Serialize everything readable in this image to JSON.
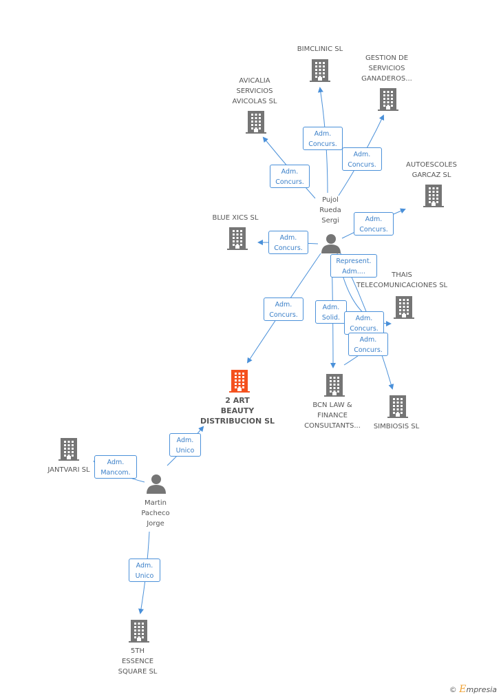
{
  "nodes": {
    "bimclinic": {
      "lines": [
        "BIMCLINIC  SL"
      ]
    },
    "gestion": {
      "lines": [
        "GESTION DE",
        "SERVICIOS",
        "GANADEROS..."
      ]
    },
    "avicalia": {
      "lines": [
        "AVICALIA",
        "SERVICIOS",
        "AVICOLAS SL"
      ]
    },
    "autoescoles": {
      "lines": [
        "AUTOESCOLES",
        "GARCAZ SL"
      ]
    },
    "pujol": {
      "lines": [
        "Pujol",
        "Rueda",
        "Sergi"
      ]
    },
    "bluexics": {
      "lines": [
        "BLUE XICS SL"
      ]
    },
    "thais": {
      "lines": [
        "THAIS",
        "TELECOMUNICACIONES SL"
      ]
    },
    "artbeauty": {
      "lines": [
        "2 ART",
        "BEAUTY",
        "DISTRIBUCION SL"
      ]
    },
    "bcnlaw": {
      "lines": [
        "BCN LAW &",
        "FINANCE",
        "CONSULTANTS..."
      ]
    },
    "simbiosis": {
      "lines": [
        "SIMBIOSIS SL"
      ]
    },
    "jantvari": {
      "lines": [
        "JANTVARI  SL"
      ]
    },
    "martin": {
      "lines": [
        "Martin",
        "Pacheco",
        "Jorge"
      ]
    },
    "essence": {
      "lines": [
        "5TH",
        "ESSENCE",
        "SQUARE SL"
      ]
    }
  },
  "edges": {
    "e_bimclinic": {
      "lines": [
        "Adm.",
        "Concurs."
      ]
    },
    "e_gestion": {
      "lines": [
        "Adm.",
        "Concurs."
      ]
    },
    "e_avicalia": {
      "lines": [
        "Adm.",
        "Concurs."
      ]
    },
    "e_autoescoles": {
      "lines": [
        "Adm.",
        "Concurs."
      ]
    },
    "e_bluexics": {
      "lines": [
        "Adm.",
        "Concurs."
      ]
    },
    "e_represent": {
      "lines": [
        "Represent.",
        "Adm...."
      ]
    },
    "e_artbeauty": {
      "lines": [
        "Adm.",
        "Concurs."
      ]
    },
    "e_solid": {
      "lines": [
        "Adm.",
        "Solid."
      ]
    },
    "e_thais": {
      "lines": [
        "Adm.",
        "Concurs."
      ]
    },
    "e_simbiosis": {
      "lines": [
        "Adm.",
        "Concurs."
      ]
    },
    "e_martin_art": {
      "lines": [
        "Adm.",
        "Unico"
      ]
    },
    "e_jantvari": {
      "lines": [
        "Adm.",
        "Mancom."
      ]
    },
    "e_essence": {
      "lines": [
        "Adm.",
        "Unico"
      ]
    }
  },
  "colors": {
    "edge": "#4a90d9",
    "company": "#757575",
    "focus": "#f4511e",
    "person": "#757575"
  },
  "credit": {
    "symbol": "©",
    "brand_e": "E",
    "brand_rest": "mpresia"
  }
}
